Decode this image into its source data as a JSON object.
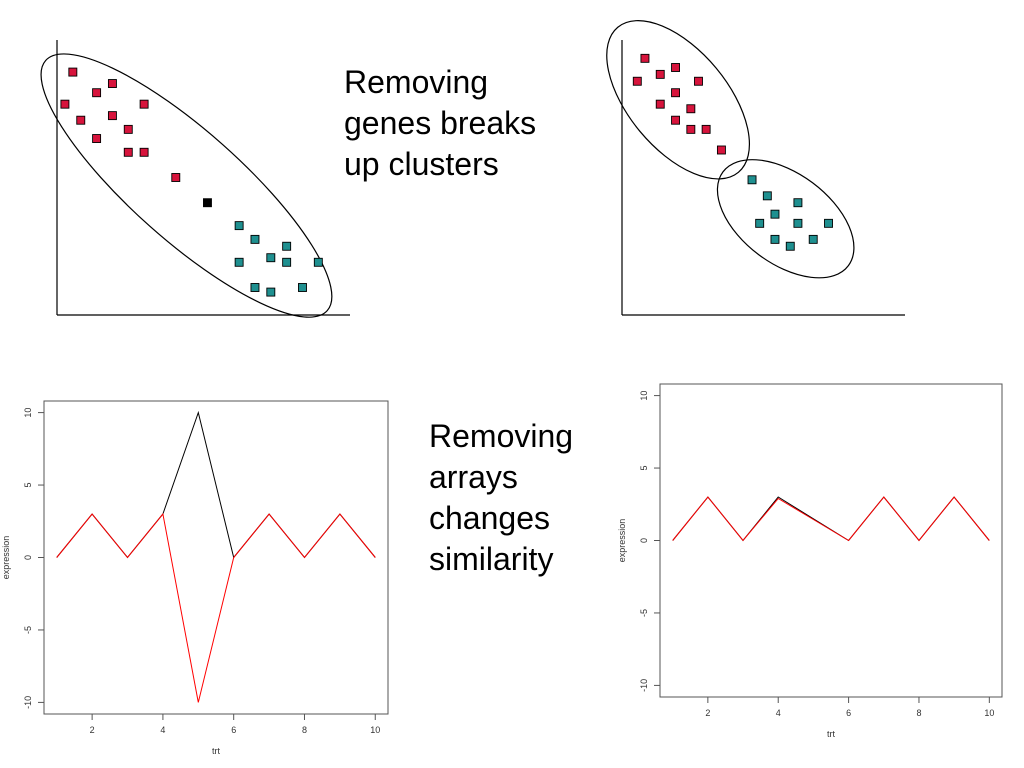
{
  "headings": {
    "clusters": [
      "Removing",
      "genes breaks",
      "up clusters"
    ],
    "arrays": [
      "Removing",
      "arrays",
      "changes",
      "similarity"
    ]
  },
  "colors": {
    "gene_red": "#d7143c",
    "gene_teal": "#1f9090",
    "gene_black": "#000000",
    "series_black": "#000000",
    "series_red": "#ff0000"
  },
  "chart_data": [
    {
      "type": "scatter",
      "x": [],
      "groups": [
        {
          "color": "red",
          "points": [
            [
              1,
              10.6
            ],
            [
              2.5,
              9.7
            ],
            [
              3.5,
              10.1
            ],
            [
              0.5,
              9.2
            ],
            [
              1.5,
              8.5
            ],
            [
              3.5,
              8.7
            ],
            [
              5.5,
              9.2
            ],
            [
              2.5,
              7.7
            ],
            [
              4.5,
              8.1
            ],
            [
              4.5,
              7.1
            ],
            [
              5.5,
              7.1
            ],
            [
              7.5,
              6.0
            ]
          ]
        },
        {
          "color": "black",
          "points": [
            [
              9.5,
              4.9
            ]
          ]
        },
        {
          "color": "teal",
          "points": [
            [
              11.5,
              3.9
            ],
            [
              12.5,
              3.3
            ],
            [
              14.5,
              3.0
            ],
            [
              13.5,
              2.5
            ],
            [
              11.5,
              2.3
            ],
            [
              14.5,
              2.3
            ],
            [
              16.5,
              2.3
            ],
            [
              12.5,
              1.2
            ],
            [
              13.5,
              1.0
            ],
            [
              15.5,
              1.2
            ]
          ]
        }
      ],
      "ellipses": [
        {
          "encloses": "all"
        }
      ],
      "xlim": [
        0,
        18.5
      ],
      "ylim": [
        0,
        12
      ],
      "axes": "bottom-left",
      "ticks": false
    },
    {
      "type": "scatter",
      "x": [],
      "groups": [
        {
          "color": "red",
          "points": [
            [
              1.5,
              11.2
            ],
            [
              2.5,
              10.5
            ],
            [
              3.5,
              10.8
            ],
            [
              1,
              10.2
            ],
            [
              3.5,
              9.7
            ],
            [
              5,
              10.2
            ],
            [
              2.5,
              9.2
            ],
            [
              4.5,
              9.0
            ],
            [
              3.5,
              8.5
            ],
            [
              4.5,
              8.1
            ],
            [
              5.5,
              8.1
            ],
            [
              6.5,
              7.2
            ]
          ]
        },
        {
          "color": "teal",
          "points": [
            [
              8.5,
              5.9
            ],
            [
              9.5,
              5.2
            ],
            [
              11.5,
              4.9
            ],
            [
              10,
              4.4
            ],
            [
              9,
              4.0
            ],
            [
              11.5,
              4.0
            ],
            [
              13.5,
              4.0
            ],
            [
              10,
              3.3
            ],
            [
              11,
              3.0
            ],
            [
              12.5,
              3.3
            ]
          ]
        }
      ],
      "ellipses": [
        {
          "encloses": "red"
        },
        {
          "encloses": "teal"
        }
      ],
      "xlim": [
        0,
        18.5
      ],
      "ylim": [
        0,
        12
      ],
      "axes": "bottom-left",
      "ticks": false
    },
    {
      "type": "line",
      "x": [
        1,
        2,
        3,
        4,
        5,
        6,
        7,
        8,
        9,
        10
      ],
      "series": [
        {
          "color": "black",
          "values": [
            0,
            3,
            0,
            3,
            10,
            0,
            3,
            0,
            3,
            0
          ]
        },
        {
          "color": "red",
          "values": [
            0,
            3,
            0,
            3,
            -10,
            0,
            3,
            0,
            3,
            0
          ]
        }
      ],
      "xlabel": "trt",
      "ylabel": "expression",
      "xticks": [
        2,
        4,
        6,
        8,
        10
      ],
      "yticks": [
        -10,
        -5,
        0,
        5,
        10
      ],
      "xlim": [
        0.64,
        10.36
      ],
      "ylim": [
        -10.8,
        10.8
      ]
    },
    {
      "type": "line",
      "x": [
        1,
        2,
        3,
        4,
        5,
        6,
        7,
        8,
        9,
        10
      ],
      "series": [
        {
          "color": "black",
          "values": [
            0,
            3,
            0,
            3,
            1.5,
            0,
            3,
            0,
            3,
            0
          ]
        },
        {
          "color": "red",
          "values": [
            0,
            3,
            0,
            2.9,
            1.45,
            0,
            3,
            0,
            3,
            0
          ]
        }
      ],
      "xlabel": "trt",
      "ylabel": "expression",
      "xticks": [
        2,
        4,
        6,
        8,
        10
      ],
      "yticks": [
        -10,
        -5,
        0,
        5,
        10
      ],
      "xlim": [
        0.64,
        10.36
      ],
      "ylim": [
        -10.8,
        10.8
      ]
    }
  ]
}
